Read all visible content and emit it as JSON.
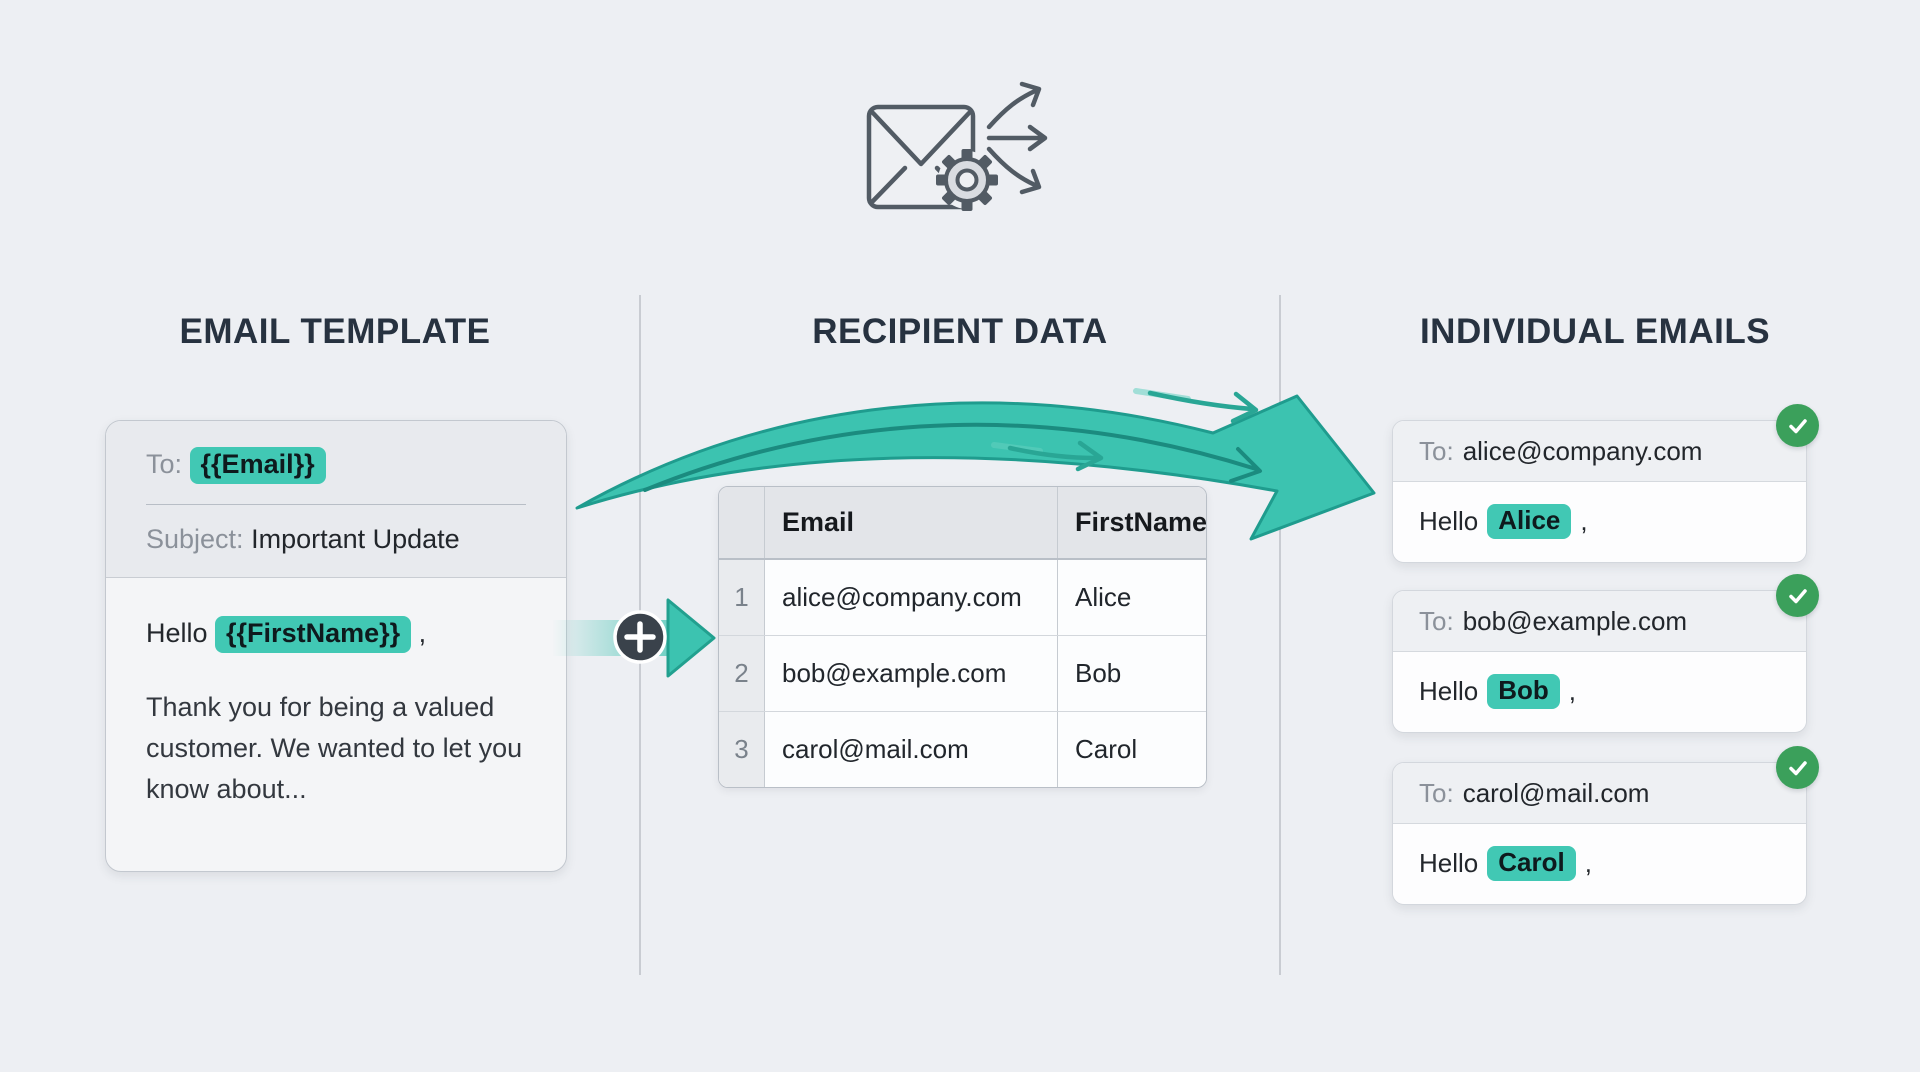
{
  "diagram_title": "mail-merge-process",
  "columns": {
    "template": {
      "title": "EMAIL TEMPLATE"
    },
    "data": {
      "title": "RECIPIENT DATA"
    },
    "output": {
      "title": "INDIVIDUAL EMAILS"
    }
  },
  "template_card": {
    "to_label": "To:",
    "to_value": "{{Email}}",
    "subject_label": "Subject:",
    "subject_value": "Important Update",
    "greeting_prefix": "Hello",
    "greeting_variable": "{{FirstName}}",
    "greeting_suffix": ",",
    "body_text": "Thank you for being a valued customer. We wanted to let you know about..."
  },
  "connector": {
    "plus_label": "+"
  },
  "recipient_table": {
    "headers": {
      "email": "Email",
      "first_name": "FirstName"
    },
    "rows": [
      {
        "num": "1",
        "email": "alice@company.com",
        "first_name": "Alice"
      },
      {
        "num": "2",
        "email": "bob@example.com",
        "first_name": "Bob"
      },
      {
        "num": "3",
        "email": "carol@mail.com",
        "first_name": "Carol"
      }
    ]
  },
  "emails": [
    {
      "to_label": "To:",
      "to_value": "alice@company.com",
      "greeting_prefix": "Hello",
      "name": "Alice",
      "greeting_suffix": ","
    },
    {
      "to_label": "To:",
      "to_value": "bob@example.com",
      "greeting_prefix": "Hello",
      "name": "Bob",
      "greeting_suffix": ","
    },
    {
      "to_label": "To:",
      "to_value": "carol@mail.com",
      "greeting_prefix": "Hello",
      "name": "Carol",
      "greeting_suffix": ","
    }
  ],
  "colors": {
    "background": "#edeff3",
    "accent_teal": "#41c8b4",
    "arrow_teal": "#3cc3b0",
    "arrow_outline": "#1f9c8e",
    "success_green": "#3ba05b",
    "heading_text": "#273240",
    "muted_label": "#8b919a",
    "dark_text": "#23272c",
    "divider_gray": "#c9ccd2"
  }
}
